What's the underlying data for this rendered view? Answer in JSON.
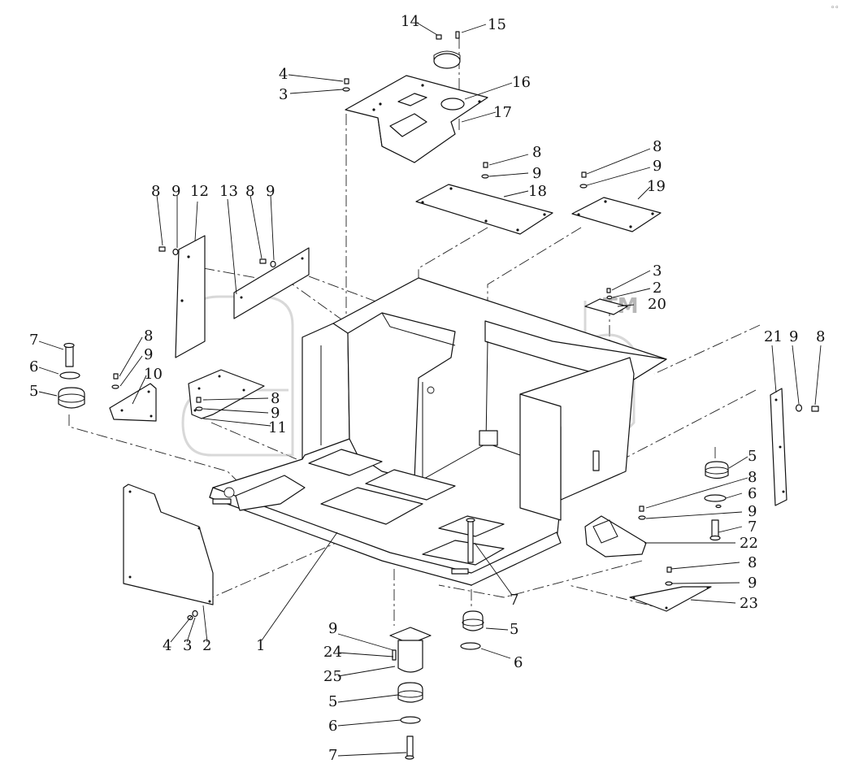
{
  "diagram": {
    "watermark": {
      "text": "acdp",
      "mark": "TM"
    },
    "corner_mark": "◦◦",
    "callouts": [
      {
        "id": "c14a",
        "label": "14"
      },
      {
        "id": "c15a",
        "label": "15"
      },
      {
        "id": "c16a",
        "label": "16"
      },
      {
        "id": "c17a",
        "label": "17"
      },
      {
        "id": "c4a",
        "label": "4"
      },
      {
        "id": "c3a",
        "label": "3"
      },
      {
        "id": "c8a",
        "label": "8"
      },
      {
        "id": "c9a",
        "label": "9"
      },
      {
        "id": "c18a",
        "label": "18"
      },
      {
        "id": "c8b",
        "label": "8"
      },
      {
        "id": "c9b",
        "label": "9"
      },
      {
        "id": "c19a",
        "label": "19"
      },
      {
        "id": "c8c",
        "label": "8"
      },
      {
        "id": "c9c",
        "label": "9"
      },
      {
        "id": "c12a",
        "label": "12"
      },
      {
        "id": "c13a",
        "label": "13"
      },
      {
        "id": "c8d",
        "label": "8"
      },
      {
        "id": "c9d",
        "label": "9"
      },
      {
        "id": "c3b",
        "label": "3"
      },
      {
        "id": "c2a",
        "label": "2"
      },
      {
        "id": "c20a",
        "label": "20"
      },
      {
        "id": "c7a",
        "label": "7"
      },
      {
        "id": "c6a",
        "label": "6"
      },
      {
        "id": "c5a",
        "label": "5"
      },
      {
        "id": "c8e",
        "label": "8"
      },
      {
        "id": "c9e",
        "label": "9"
      },
      {
        "id": "c10a",
        "label": "10"
      },
      {
        "id": "c8f",
        "label": "8"
      },
      {
        "id": "c9f",
        "label": "9"
      },
      {
        "id": "c11a",
        "label": "11"
      },
      {
        "id": "c21a",
        "label": "21"
      },
      {
        "id": "c9g",
        "label": "9"
      },
      {
        "id": "c8g",
        "label": "8"
      },
      {
        "id": "c5b",
        "label": "5"
      },
      {
        "id": "c8h",
        "label": "8"
      },
      {
        "id": "c6b",
        "label": "6"
      },
      {
        "id": "c9h",
        "label": "9"
      },
      {
        "id": "c7b",
        "label": "7"
      },
      {
        "id": "c22a",
        "label": "22"
      },
      {
        "id": "c8i",
        "label": "8"
      },
      {
        "id": "c9i",
        "label": "9"
      },
      {
        "id": "c23a",
        "label": "23"
      },
      {
        "id": "c7c",
        "label": "7"
      },
      {
        "id": "c5c",
        "label": "5"
      },
      {
        "id": "c6c",
        "label": "6"
      },
      {
        "id": "c4b",
        "label": "4"
      },
      {
        "id": "c3c",
        "label": "3"
      },
      {
        "id": "c2b",
        "label": "2"
      },
      {
        "id": "c1a",
        "label": "1"
      },
      {
        "id": "c9j",
        "label": "9"
      },
      {
        "id": "c24a",
        "label": "24"
      },
      {
        "id": "c25a",
        "label": "25"
      },
      {
        "id": "c5d",
        "label": "5"
      },
      {
        "id": "c6d",
        "label": "6"
      },
      {
        "id": "c7d",
        "label": "7"
      }
    ]
  }
}
